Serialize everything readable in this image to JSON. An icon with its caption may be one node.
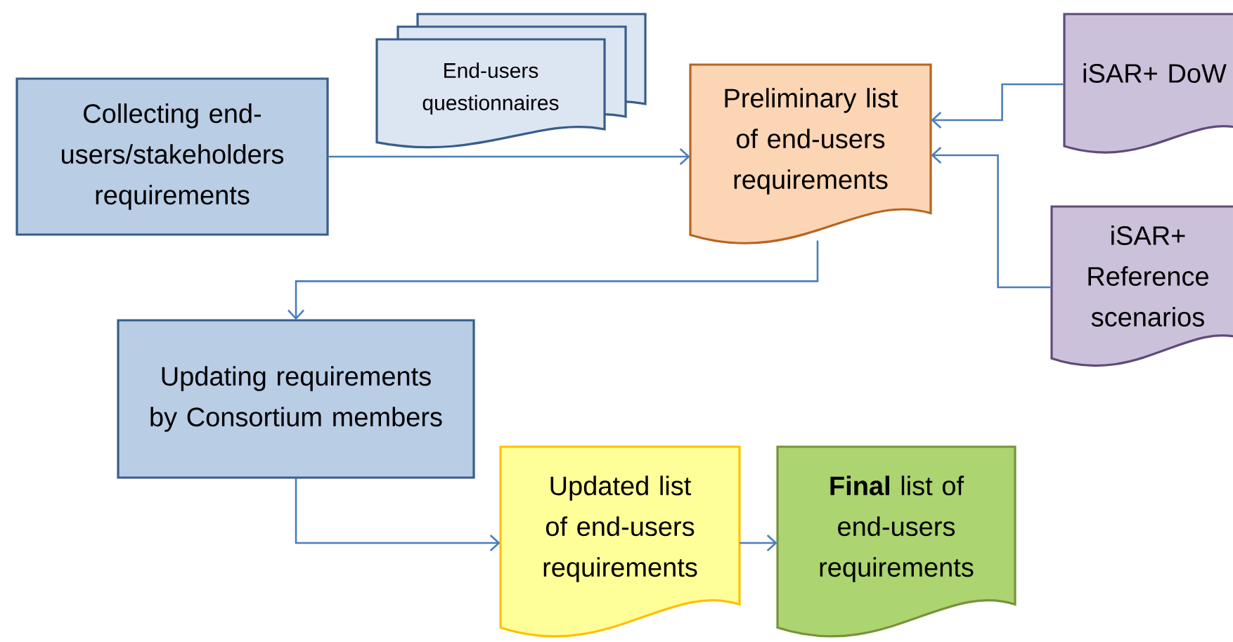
{
  "diagram": {
    "nodes": [
      {
        "text": [
          "Collecting end-users/stakeholders requirements"
        ]
      },
      {
        "text": [
          "End-users questionnaires"
        ]
      },
      {
        "text": [
          "Preliminary list of end-users requirements"
        ]
      },
      {
        "text": [
          "iSAR+ DoW"
        ]
      },
      {
        "text": [
          "iSAR+ Reference scenarios"
        ]
      },
      {
        "text": [
          "Updating requirements by Consortium members"
        ]
      },
      {
        "text": [
          "Updated list of end-users requirements"
        ]
      },
      {
        "text": [
          "**Final** list of end-users requirements"
        ]
      }
    ],
    "edges": [
      {
        "from": 0,
        "to": 2,
        "arrow": "to"
      },
      {
        "from": 3,
        "to": 2,
        "arrow": "to"
      },
      {
        "from": 4,
        "to": 2,
        "arrow": "to"
      },
      {
        "from": 2,
        "to": 5,
        "arrow": "to"
      },
      {
        "from": 5,
        "to": 6,
        "arrow": "to"
      },
      {
        "from": 6,
        "to": 7,
        "arrow": "to"
      }
    ]
  }
}
